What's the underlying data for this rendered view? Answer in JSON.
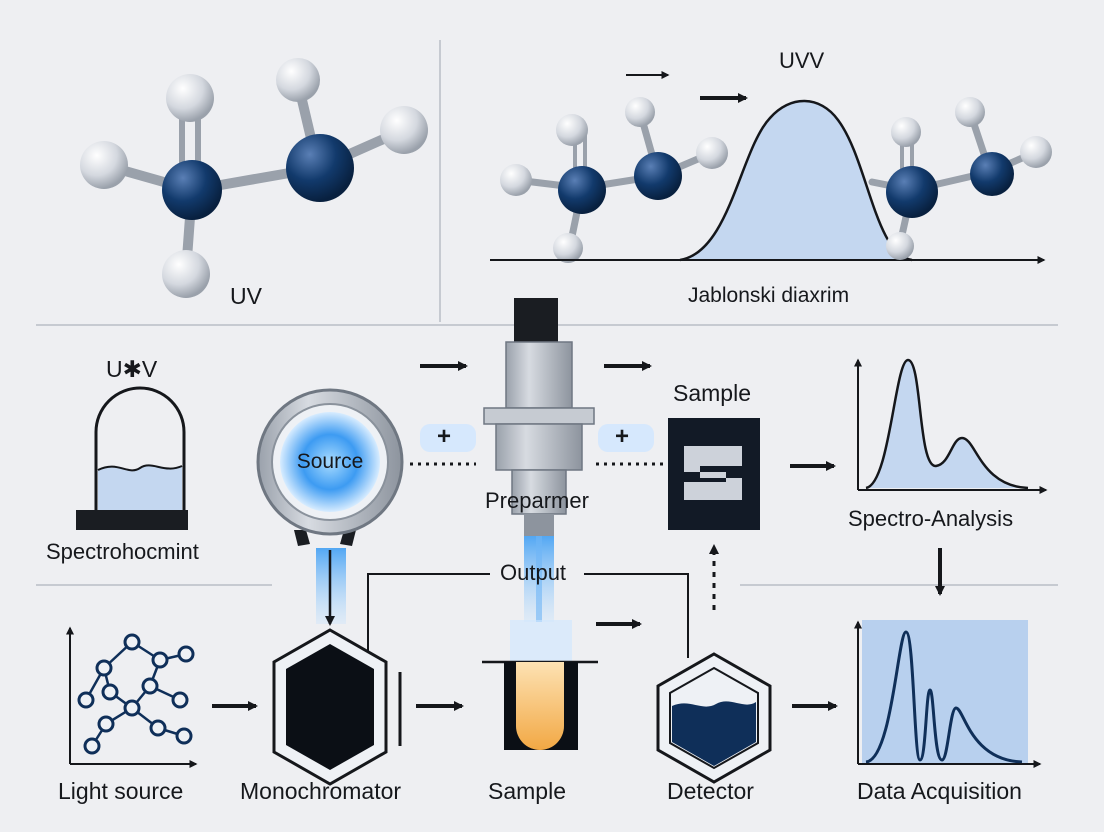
{
  "top_left": {
    "caption": "UV"
  },
  "top_right": {
    "title": "UVV",
    "caption": "Jablonski diaxrim"
  },
  "middle": {
    "cuvette_title": "U✱V",
    "cuvette_caption": "Spectrohocmint",
    "source_label": "Source",
    "prep_label": "Preparmer",
    "sample_label": "Sample",
    "output_label": "Output",
    "analysis_caption": "Spectro-Analysis",
    "plus_symbol": "+"
  },
  "bottom": {
    "light_source": "Light source",
    "monochromator": "Monochromator",
    "sample": "Sample",
    "detector": "Detector",
    "data_acquisition": "Data Acquisition"
  },
  "colors": {
    "navy": "#0f2f59",
    "atom_white": "#dfe2e8",
    "line": "#15171b",
    "fill_blue": "#c4d7f0",
    "beam_blue": "#3e9bf0",
    "sample_orange": "#f2b257",
    "background": "#eeeff2"
  }
}
